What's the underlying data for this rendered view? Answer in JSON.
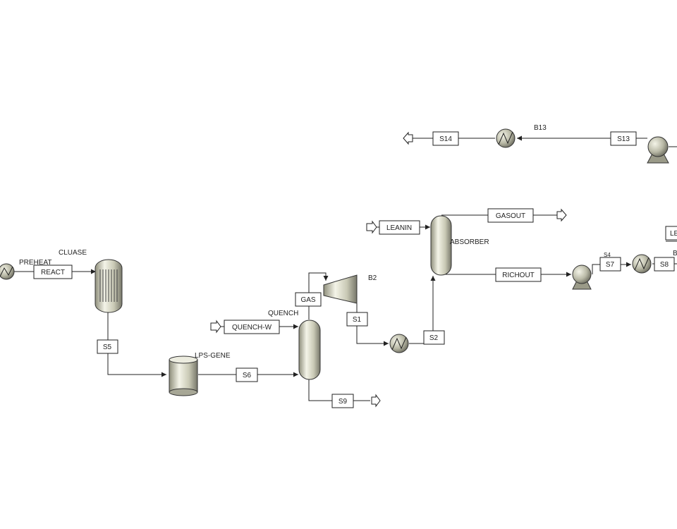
{
  "blocks": {
    "preheat": "PREHEAT",
    "cluase": "CLUASE",
    "lps_gene": "LPS-GENE",
    "quench": "QUENCH",
    "b2": "B2",
    "absorber": "ABSORBER",
    "b13": "B13",
    "s4_partial": "S4",
    "b_partial": "B"
  },
  "streams": {
    "react": "REACT",
    "s5": "S5",
    "s6": "S6",
    "quench_w": "QUENCH-W",
    "gas": "GAS",
    "s1": "S1",
    "s2": "S2",
    "s9": "S9",
    "leanin": "LEANIN",
    "gasout": "GASOUT",
    "richout": "RICHOUT",
    "s7": "S7",
    "s8": "S8",
    "s13": "S13",
    "s14": "S14",
    "le_partial": "LE"
  },
  "icons": [
    "heater-icon",
    "reactor-icon",
    "flash-drum-icon",
    "column-icon",
    "compressor-icon",
    "pump-icon",
    "feed-arrow-icon",
    "product-arrow-icon"
  ],
  "colors": {
    "line": "#222222",
    "equipment_light": "#f2f2e6",
    "equipment_dark": "#9a9a88",
    "background": "#ffffff"
  }
}
